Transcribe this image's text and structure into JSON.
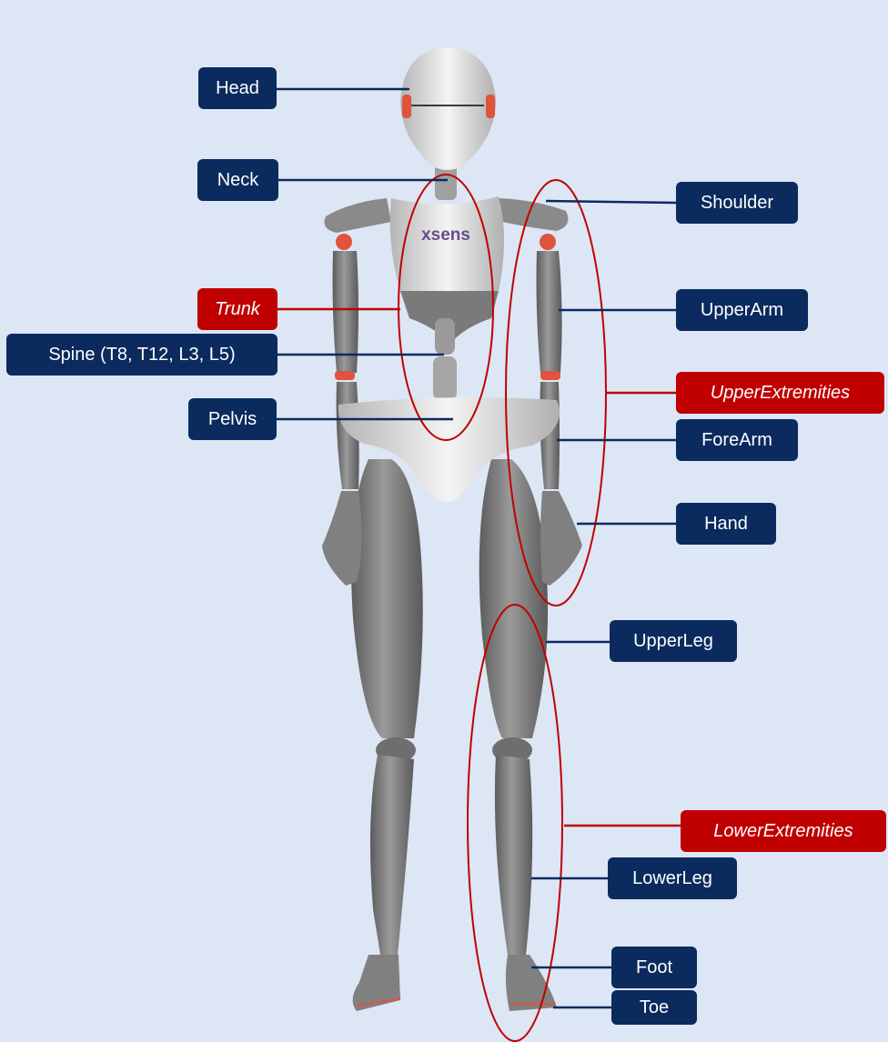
{
  "labels": {
    "head": "Head",
    "neck": "Neck",
    "shoulder": "Shoulder",
    "trunk": "Trunk",
    "upper_arm": "UpperArm",
    "spine": "Spine (T8, T12, L3, L5)",
    "upper_extremities": "UpperExtremities",
    "pelvis": "Pelvis",
    "fore_arm": "ForeArm",
    "hand": "Hand",
    "upper_leg": "UpperLeg",
    "lower_extremities": "LowerExtremities",
    "lower_leg": "LowerLeg",
    "foot": "Foot",
    "toe": "Toe"
  },
  "logo_text": "xsens",
  "colors": {
    "background": "#dce6f5",
    "segment_label": "#0b2a5e",
    "group_label": "#c00000",
    "joint_marker": "#e0533c",
    "body": "#7d7d7d",
    "body_light": "#e6e6e6"
  }
}
